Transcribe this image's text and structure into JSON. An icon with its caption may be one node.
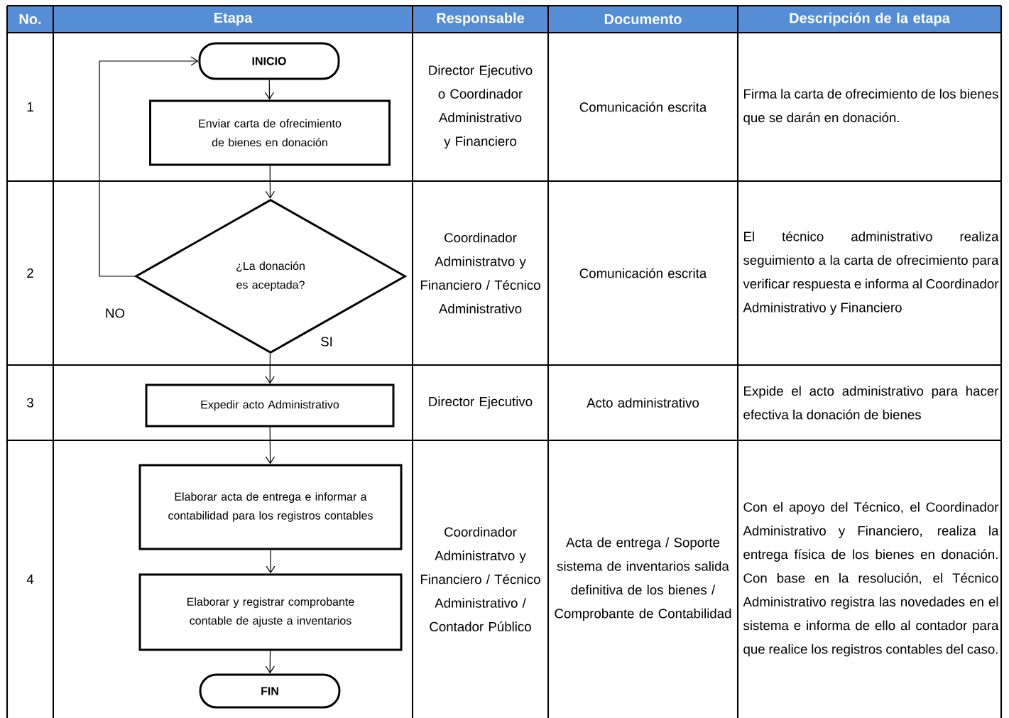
{
  "diagram": {
    "nodes": [
      {
        "text": [
          "INICIO"
        ]
      },
      {
        "text": [
          "Enviar carta de ofrecimiento de bienes en donación"
        ]
      },
      {
        "text": [
          "¿La donación es aceptada?"
        ]
      },
      {
        "text": [
          "Expedir acto Administrativo"
        ]
      },
      {
        "text": [
          "Elaborar acta de entrega e informar a contabilidad para los registros contables"
        ]
      },
      {
        "text": [
          "Elaborar y registrar comprobante contable de ajuste a inventarios"
        ]
      },
      {
        "text": [
          "FIN"
        ]
      }
    ],
    "edges": [
      {
        "from": 0,
        "to": 1,
        "arrow": "to"
      },
      {
        "from": 1,
        "to": 2,
        "arrow": "to"
      },
      {
        "from": 2,
        "to": 0,
        "arrow": "to",
        "label": "NO"
      },
      {
        "from": 2,
        "to": 3,
        "arrow": "to",
        "label": "SI"
      },
      {
        "from": 3,
        "to": 4,
        "arrow": "to"
      },
      {
        "from": 4,
        "to": 5,
        "arrow": "to"
      },
      {
        "from": 5,
        "to": 6,
        "arrow": "to"
      }
    ],
    "labels": [
      "No.",
      "Etapa",
      "Responsable",
      "Documento",
      "Descripción de la etapa",
      "1",
      "Director Ejecutivo o Coordinador Administrativo y Financiero",
      "Comunicación escrita",
      "Firma la carta de ofrecimiento de los bienes que se darán en donación.",
      "2",
      "Coordinador Administratvo y Financiero / Técnico Administrativo",
      "Comunicación escrita",
      "El técnico administrativo realiza seguimiento a la carta de ofrecimiento para verificar respuesta e informa al Coordinador Administrativo y Financiero",
      "3",
      "Director Ejecutivo",
      "Acto administrativo",
      "Expide el acto administrativo para hacer efectiva la donación de bienes",
      "4",
      "Coordinador Administratvo y Financiero / Técnico Administrativo / Contador Público",
      "Acta de entrega / Soporte sistema de inventarios salida definitiva de los bienes / Comprobante de Contabilidad",
      "Con el apoyo del Técnico, el Coordinador Administrativo y Financiero, realiza la entrega física de los bienes en donación. Con base en la resolución, el Técnico Administrativo registra las novedades en el sistema e informa de ello al contador para que realice los registros contables del caso."
    ]
  }
}
